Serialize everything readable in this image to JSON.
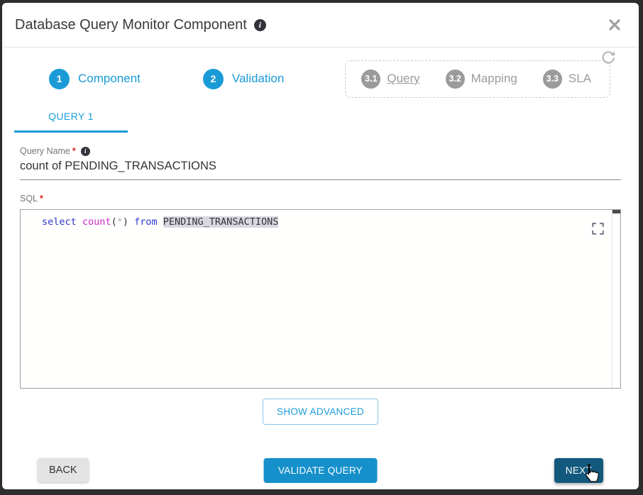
{
  "modal": {
    "title": "Database Query Monitor Component"
  },
  "stepper": {
    "steps": [
      {
        "number": "1",
        "label": "Component"
      },
      {
        "number": "2",
        "label": "Validation"
      }
    ],
    "substeps": [
      {
        "number": "3.1",
        "label": "Query"
      },
      {
        "number": "3.2",
        "label": "Mapping"
      },
      {
        "number": "3.3",
        "label": "SLA"
      }
    ]
  },
  "tabs": [
    {
      "label": "QUERY 1"
    }
  ],
  "form": {
    "query_name": {
      "label": "Query Name",
      "required_mark": "*",
      "value": "count of PENDING_TRANSACTIONS"
    },
    "sql": {
      "label": "SQL",
      "required_mark": "*",
      "tokens": [
        {
          "text": "select",
          "type": "keyword"
        },
        {
          "text": " ",
          "type": "plain"
        },
        {
          "text": "count",
          "type": "function"
        },
        {
          "text": "(",
          "type": "plain"
        },
        {
          "text": "*",
          "type": "operator"
        },
        {
          "text": ")",
          "type": "plain"
        },
        {
          "text": " ",
          "type": "plain"
        },
        {
          "text": "from",
          "type": "keyword"
        },
        {
          "text": " ",
          "type": "plain"
        },
        {
          "text": "PENDING_TRANSACTIONS",
          "type": "highlighted"
        }
      ]
    }
  },
  "buttons": {
    "show_advanced": "SHOW ADVANCED",
    "back": "BACK",
    "validate": "VALIDATE QUERY",
    "next": "NEXT"
  },
  "icons": {
    "title_info": "info-icon",
    "close": "x-mark",
    "refresh": "refresh-arrow",
    "expand": "fullscreen-corners",
    "cursor": "hand-pointer"
  },
  "colors": {
    "accent_blue": "#1a9bd7",
    "validate_button": "#1590ca",
    "next_button": "#13597d",
    "inactive_gray": "#9b9b9b",
    "required_red": "#e02424",
    "keyword_blue": "#2b35c8",
    "function_magenta": "#cc29cc",
    "highlight_bg": "#d8d8e2",
    "backdrop": "#2d2d2d"
  }
}
